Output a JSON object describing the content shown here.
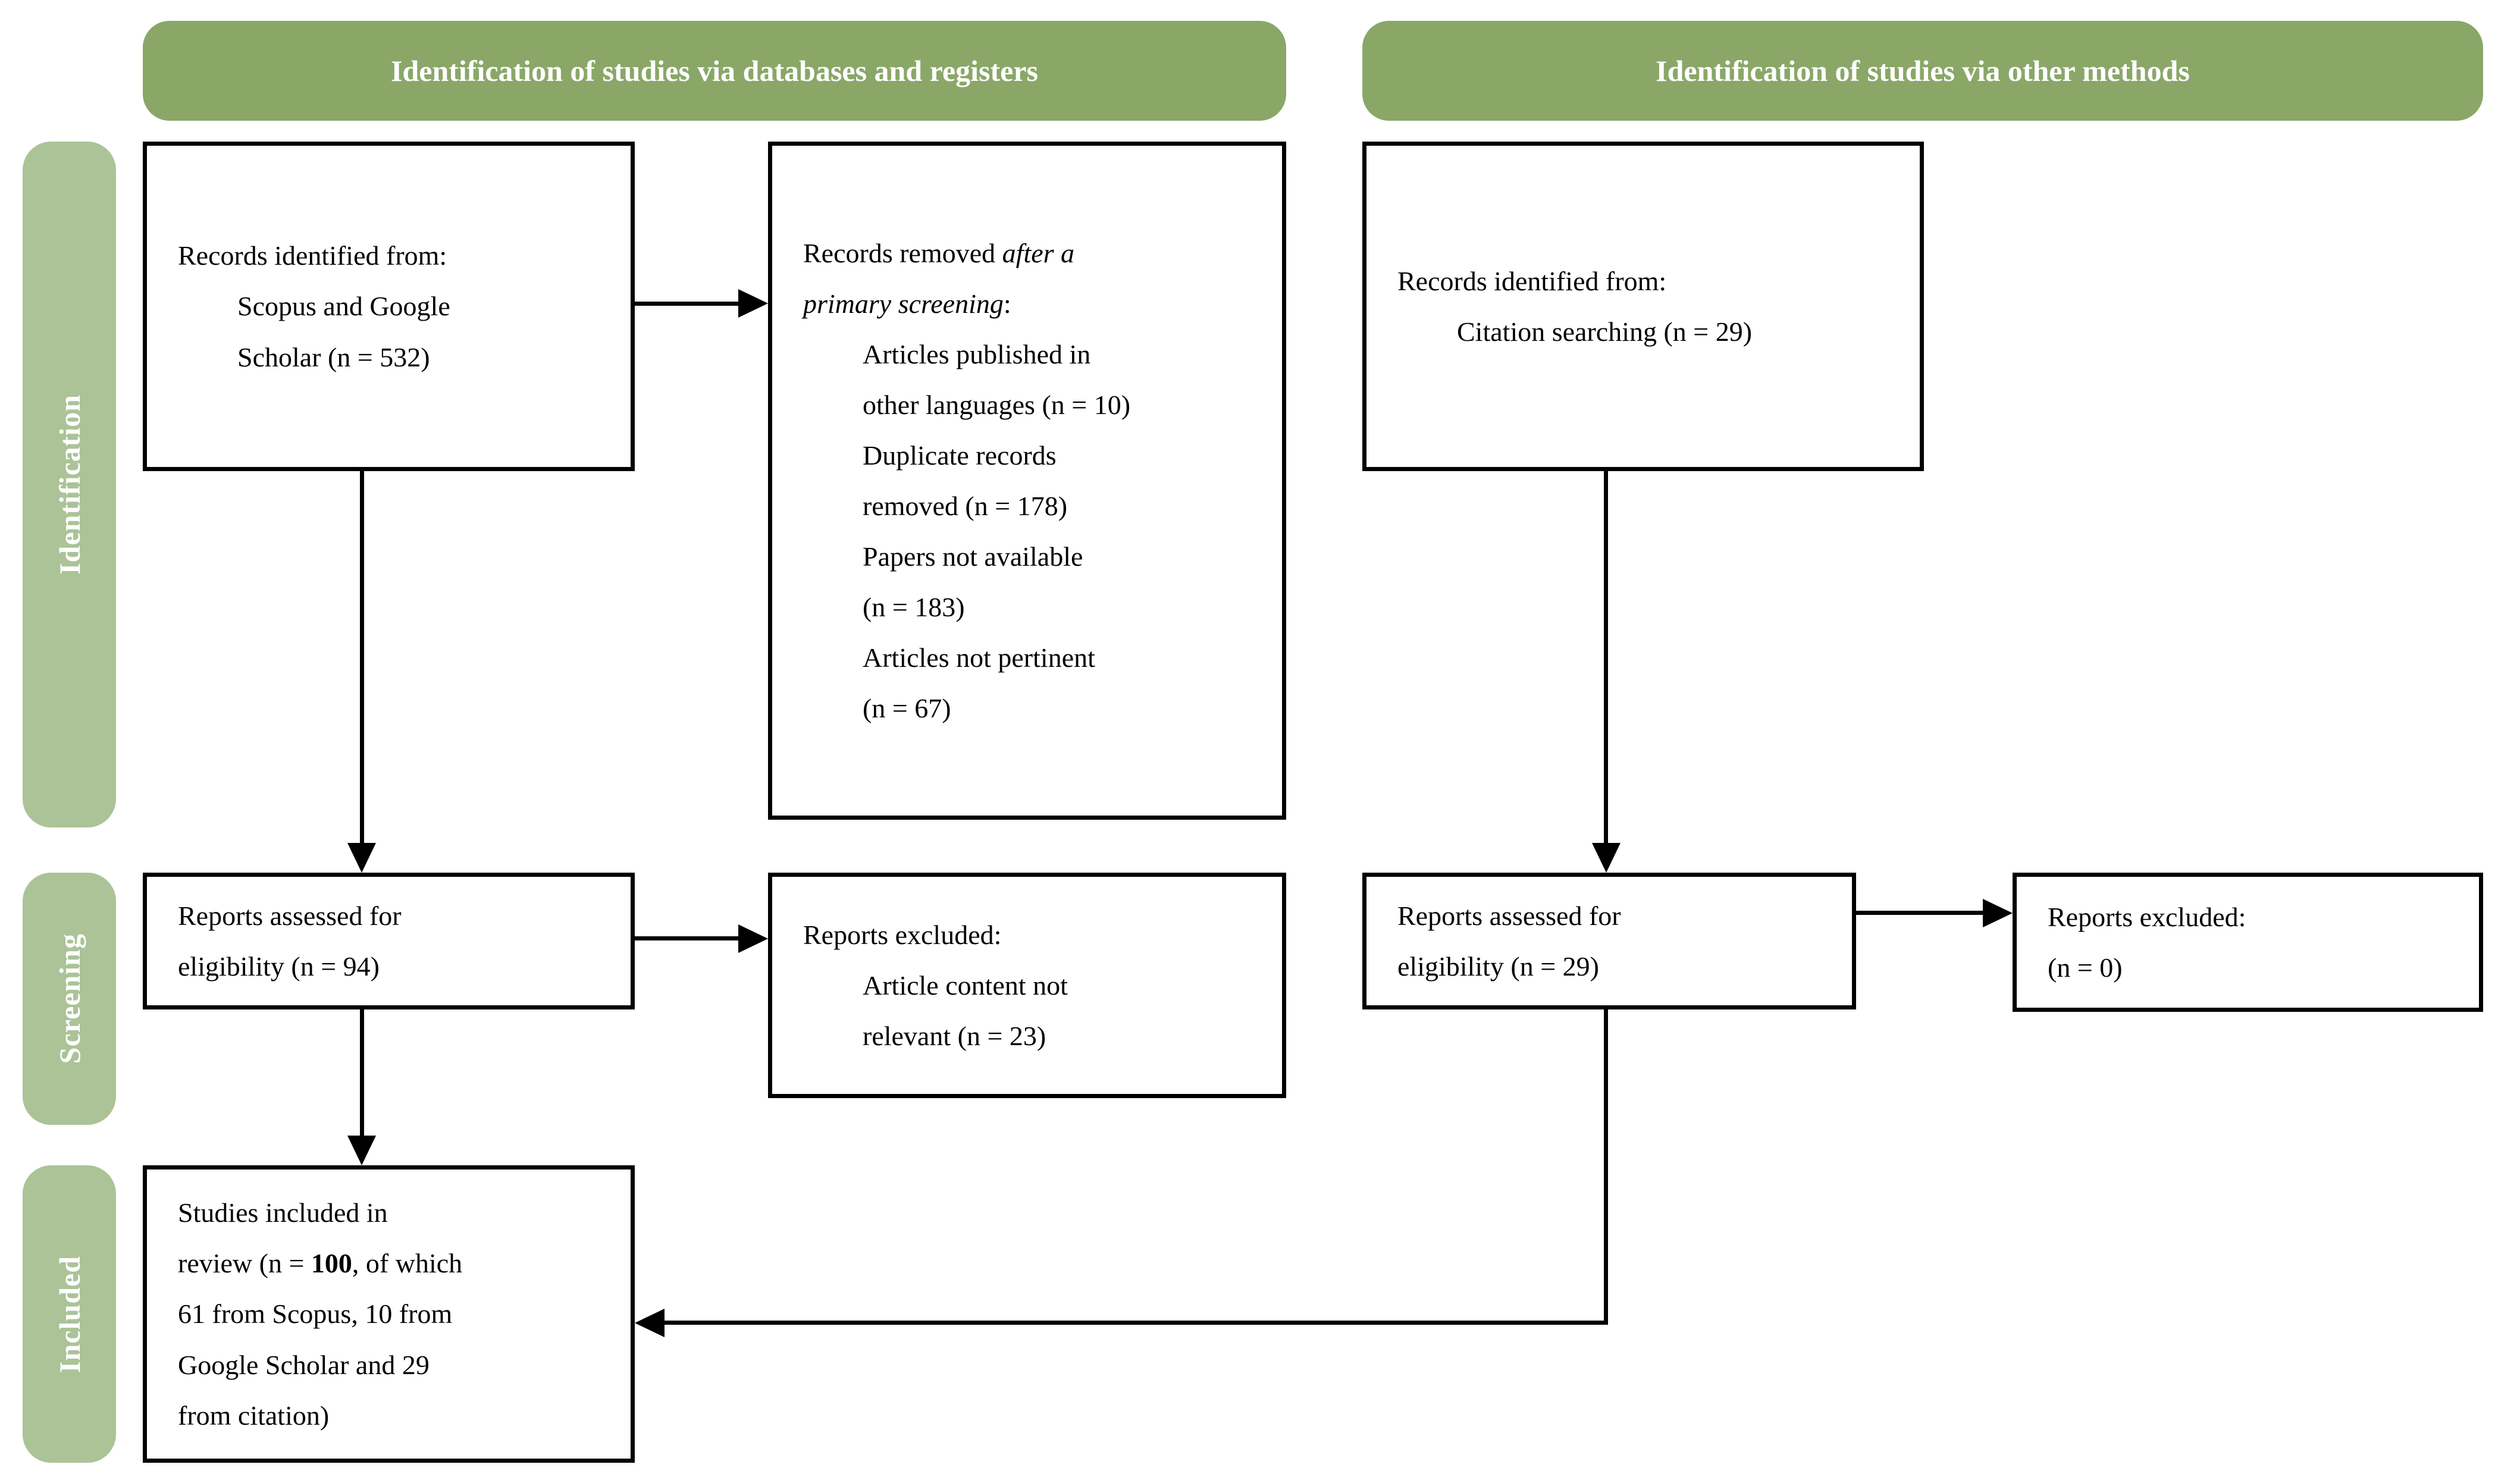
{
  "palette": {
    "header_green": "#8aa768",
    "sidebar_green": "#abc397",
    "ink": "#000000",
    "paper": "#ffffff"
  },
  "column_headers": [
    {
      "id": "databases",
      "label": "Identification of studies via databases and registers"
    },
    {
      "id": "other_methods",
      "label": "Identification of studies via other methods"
    }
  ],
  "stage_labels": [
    {
      "id": "identification",
      "label": "Identification"
    },
    {
      "id": "screening",
      "label": "Screening"
    },
    {
      "id": "included",
      "label": "Included"
    }
  ],
  "boxes": [
    {
      "id": "records-identified-databases",
      "lines": [
        {
          "indent": false,
          "segments": [
            {
              "text": "Records identified from:"
            }
          ]
        },
        {
          "indent": true,
          "segments": [
            {
              "text": "Scopus and Google"
            }
          ]
        },
        {
          "indent": true,
          "segments": [
            {
              "text": "Scholar (n = 532)"
            }
          ]
        }
      ]
    },
    {
      "id": "records-removed-primary-screening",
      "lines": [
        {
          "indent": false,
          "segments": [
            {
              "text": "Records removed "
            },
            {
              "text": "after a",
              "style": "italic"
            }
          ]
        },
        {
          "indent": false,
          "segments": [
            {
              "text": "primary screening",
              "style": "italic"
            },
            {
              "text": ":"
            }
          ]
        },
        {
          "indent": true,
          "segments": [
            {
              "text": "Articles published in"
            }
          ]
        },
        {
          "indent": true,
          "segments": [
            {
              "text": "other languages (n = 10)"
            }
          ]
        },
        {
          "indent": true,
          "segments": [
            {
              "text": "Duplicate records"
            }
          ]
        },
        {
          "indent": true,
          "segments": [
            {
              "text": "removed (n = 178)"
            }
          ]
        },
        {
          "indent": true,
          "segments": [
            {
              "text": "Papers not available"
            }
          ]
        },
        {
          "indent": true,
          "segments": [
            {
              "text": "(n = 183)"
            }
          ]
        },
        {
          "indent": true,
          "segments": [
            {
              "text": "Articles not pertinent"
            }
          ]
        },
        {
          "indent": true,
          "segments": [
            {
              "text": "(n = 67)"
            }
          ]
        }
      ]
    },
    {
      "id": "records-identified-citation",
      "lines": [
        {
          "indent": false,
          "segments": [
            {
              "text": "Records identified from:"
            }
          ]
        },
        {
          "indent": true,
          "segments": [
            {
              "text": "Citation searching (n = 29)"
            }
          ]
        }
      ]
    },
    {
      "id": "reports-assessed-databases",
      "lines": [
        {
          "indent": false,
          "segments": [
            {
              "text": "Reports assessed for"
            }
          ]
        },
        {
          "indent": false,
          "segments": [
            {
              "text": "eligibility (n = 94)"
            }
          ]
        }
      ]
    },
    {
      "id": "reports-excluded-databases",
      "lines": [
        {
          "indent": false,
          "segments": [
            {
              "text": "Reports excluded:"
            }
          ]
        },
        {
          "indent": true,
          "segments": [
            {
              "text": "Article content not"
            }
          ]
        },
        {
          "indent": true,
          "segments": [
            {
              "text": "relevant (n = 23)"
            }
          ]
        }
      ]
    },
    {
      "id": "reports-assessed-citation",
      "lines": [
        {
          "indent": false,
          "segments": [
            {
              "text": "Reports assessed for"
            }
          ]
        },
        {
          "indent": false,
          "segments": [
            {
              "text": "eligibility (n = 29)"
            }
          ]
        }
      ]
    },
    {
      "id": "reports-excluded-citation",
      "lines": [
        {
          "indent": false,
          "segments": [
            {
              "text": "Reports excluded:"
            }
          ]
        },
        {
          "indent": false,
          "segments": [
            {
              "text": "(n = 0)"
            }
          ]
        }
      ]
    },
    {
      "id": "studies-included",
      "lines": [
        {
          "indent": false,
          "segments": [
            {
              "text": "Studies included in"
            }
          ]
        },
        {
          "indent": false,
          "segments": [
            {
              "text": "review (n = "
            },
            {
              "text": "100",
              "style": "bold"
            },
            {
              "text": ", of which"
            }
          ]
        },
        {
          "indent": false,
          "segments": [
            {
              "text": "61 from Scopus, 10 from"
            }
          ]
        },
        {
          "indent": false,
          "segments": [
            {
              "text": "Google Scholar and 29"
            }
          ]
        },
        {
          "indent": false,
          "segments": [
            {
              "text": "from citation)"
            }
          ]
        }
      ]
    }
  ]
}
